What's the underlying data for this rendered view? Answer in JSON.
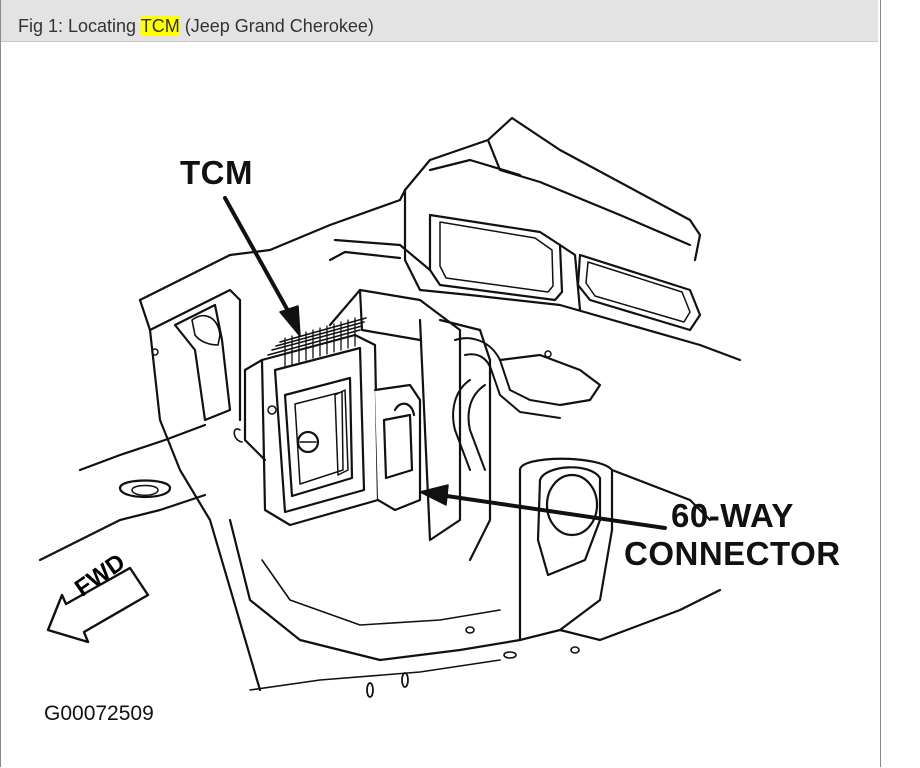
{
  "header": {
    "caption_prefix": "Fig 1: Locating ",
    "caption_highlight": "TCM",
    "caption_suffix": " (Jeep Grand Cherokee)",
    "highlight_color": "#ffff00"
  },
  "diagram": {
    "callouts": {
      "tcm": "TCM",
      "connector_line1": "60-WAY",
      "connector_line2": "CONNECTOR"
    },
    "direction_arrow": "FWD",
    "figure_number": "G00072509"
  }
}
